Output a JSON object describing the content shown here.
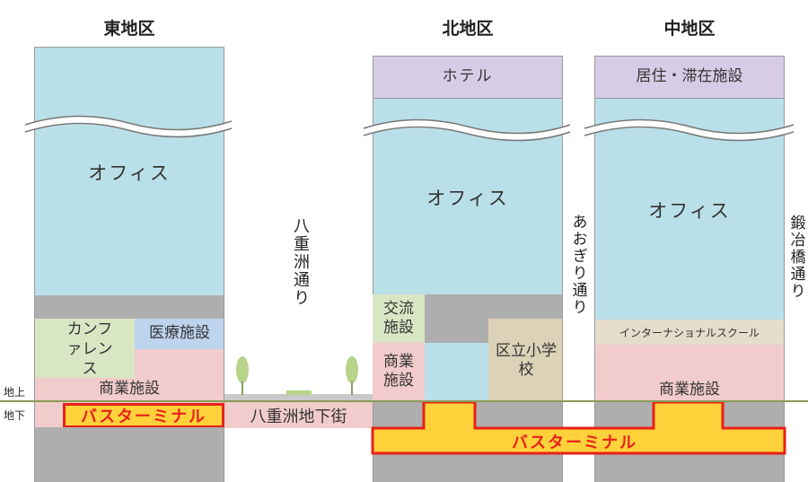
{
  "colors": {
    "office": "#b9e0e8",
    "parking": "#aeaeae",
    "commercial": "#f2cccc",
    "conference": "#d9e6c4",
    "medical": "#bdd3ee",
    "hotel": "#d7cce6",
    "school": "#dcd2b7",
    "international_school": "#e6dccb",
    "bus_terminal_fill": "#ffd13a",
    "bus_terminal_border": "#e8211a",
    "ground_line": "#8a9a55",
    "tree": "#b8d38a"
  },
  "levels": {
    "above": "地上",
    "below": "地下"
  },
  "districts": {
    "east": {
      "title": "東地区",
      "office": "オフィス",
      "conference": "カンファレンス",
      "medical": "医療施設",
      "commercial": "商業施設",
      "bus_terminal": "バスターミナル"
    },
    "north": {
      "title": "北地区",
      "hotel": "ホテル",
      "office": "オフィス",
      "exchange": "交流施設",
      "commercial": "商業施設",
      "school": "区立小学校"
    },
    "middle": {
      "title": "中地区",
      "residence": "居住・滞在施設",
      "office": "オフィス",
      "international_school": "インターナショナルスクール",
      "commercial": "商業施設"
    }
  },
  "streets": {
    "yaesu": "八重洲通り",
    "aogiri": "あおぎり通り",
    "kajibashi": "鍛冶橋通り"
  },
  "underground_mall": "八重洲地下街",
  "bus_terminal_long": "バスターミナル"
}
